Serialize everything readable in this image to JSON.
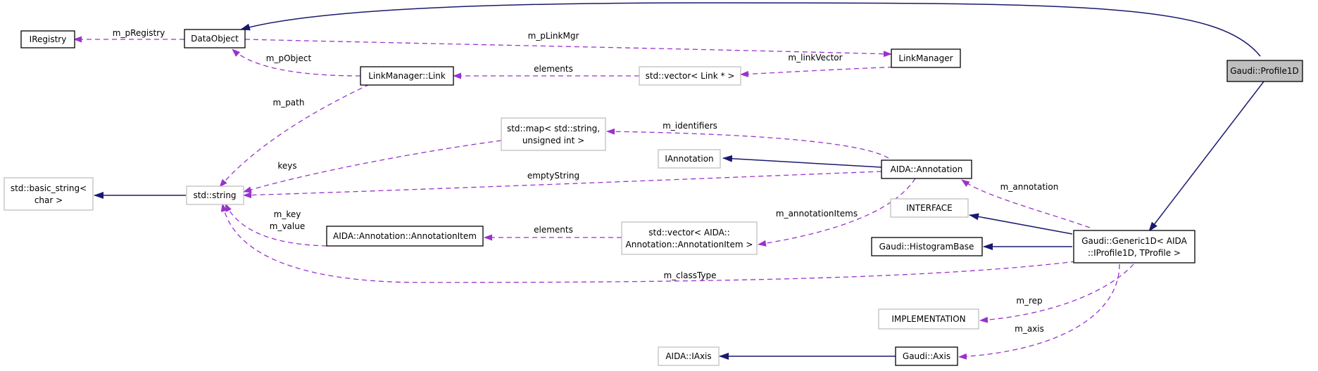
{
  "colors": {
    "inheritance": "#191970",
    "usage": "#9a32cd",
    "highlight_fill": "#bfbfbf",
    "node_border": "#000000",
    "external_border": "#bfbfbf"
  },
  "nodes": {
    "iregistry": "IRegistry",
    "dataobject": "DataObject",
    "linkmanager": "LinkManager",
    "profile1d": "Gaudi::Profile1D",
    "linkmanager_link": "LinkManager::Link",
    "vector_link": "std::vector< Link * >",
    "map_line1": "std::map< std::string,",
    "map_line2": "unsigned int >",
    "iannotation": "IAnnotation",
    "aida_annotation": "AIDA::Annotation",
    "basic_string_line1": "std::basic_string<",
    "basic_string_line2": "char >",
    "std_string": "std::string",
    "annotation_item": "AIDA::Annotation::AnnotationItem",
    "vector_item_line1": "std::vector< AIDA::",
    "vector_item_line2": "Annotation::AnnotationItem >",
    "interface": "INTERFACE",
    "histogram_base": "Gaudi::HistogramBase",
    "generic1d_line1": "Gaudi::Generic1D< AIDA",
    "generic1d_line2": "::IProfile1D, TProfile >",
    "implementation": "IMPLEMENTATION",
    "iaxis": "AIDA::IAxis",
    "gaudi_axis": "Gaudi::Axis"
  },
  "edge_labels": {
    "m_pRegistry": "m_pRegistry",
    "m_pLinkMgr": "m_pLinkMgr",
    "m_pObject": "m_pObject",
    "elements_link": "elements",
    "m_linkVector": "m_linkVector",
    "m_path": "m_path",
    "m_identifiers": "m_identifiers",
    "keys": "keys",
    "emptyString": "emptyString",
    "m_key": "m_key",
    "m_value": "m_value",
    "elements_item": "elements",
    "m_annotationItems": "m_annotationItems",
    "m_annotation": "m_annotation",
    "m_classType": "m_classType",
    "m_rep": "m_rep",
    "m_axis": "m_axis"
  }
}
